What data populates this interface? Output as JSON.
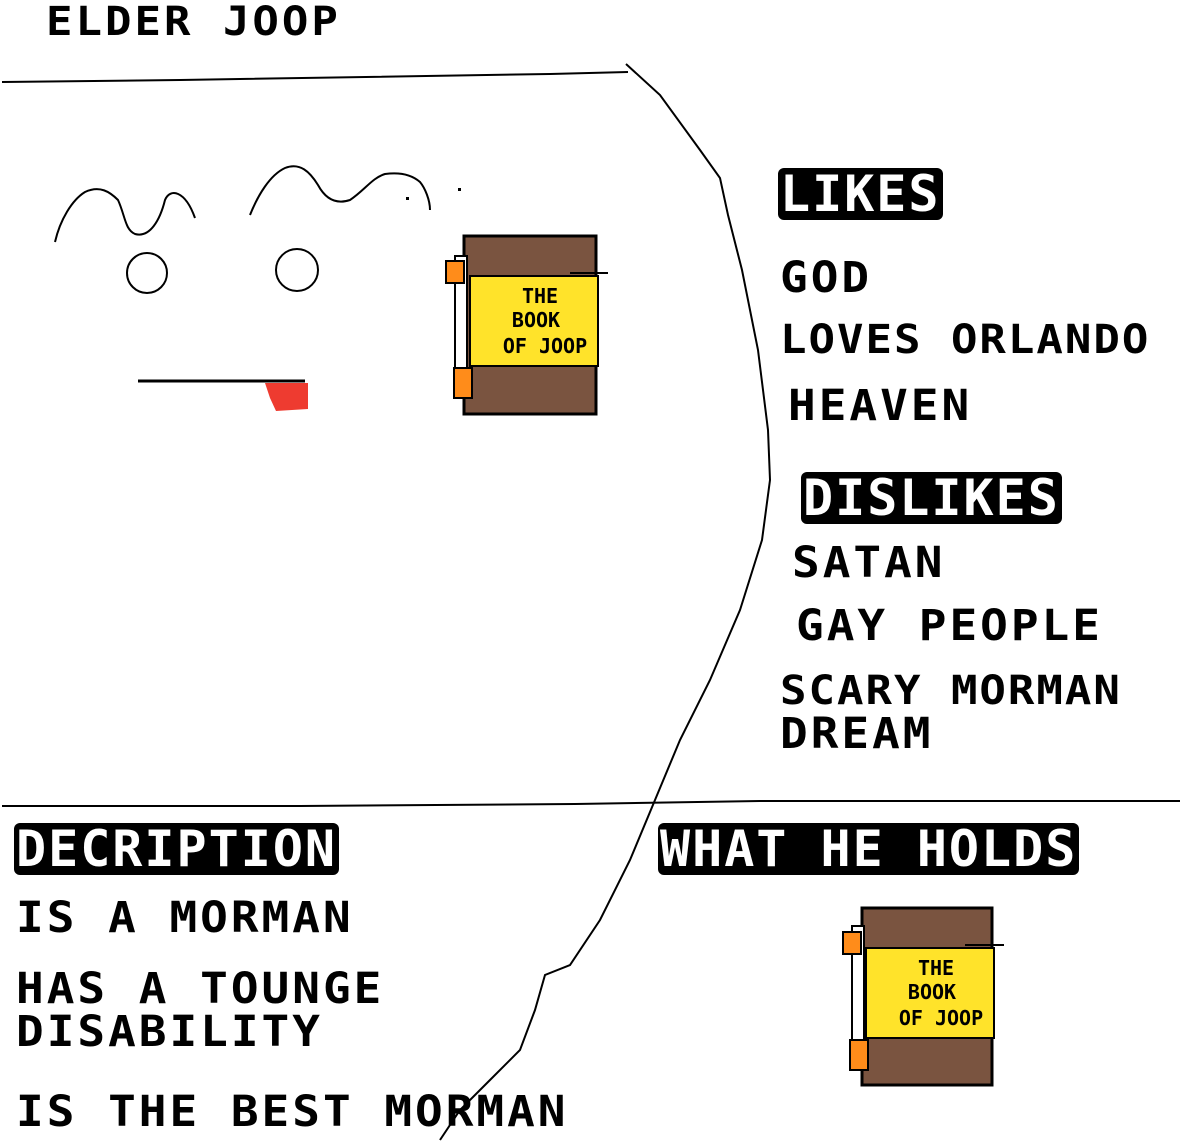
{
  "title": "ELDER JOOP",
  "likes": {
    "header": "LIKES",
    "items": [
      "GOD",
      "LOVES ORLANDO",
      "HEAVEN"
    ]
  },
  "dislikes": {
    "header": "DISLIKES",
    "items": [
      "SATAN",
      "GAY PEOPLE",
      "SCARY MORMAN",
      "DREAM"
    ]
  },
  "description": {
    "header": "DECRIPTION",
    "items": [
      "IS A MORMAN",
      "HAS A TOUNGE",
      "DISABILITY",
      "IS THE BEST MORMAN"
    ]
  },
  "holds": {
    "header": "WHAT HE HOLDS"
  },
  "book": {
    "line1": "THE",
    "line2": "BOOK",
    "line3": "OF JOOP"
  },
  "colors": {
    "book_cover": "#7a5440",
    "book_label": "#ffe32a",
    "book_clasp": "#ff8c1a",
    "tongue": "#ee3b30"
  }
}
